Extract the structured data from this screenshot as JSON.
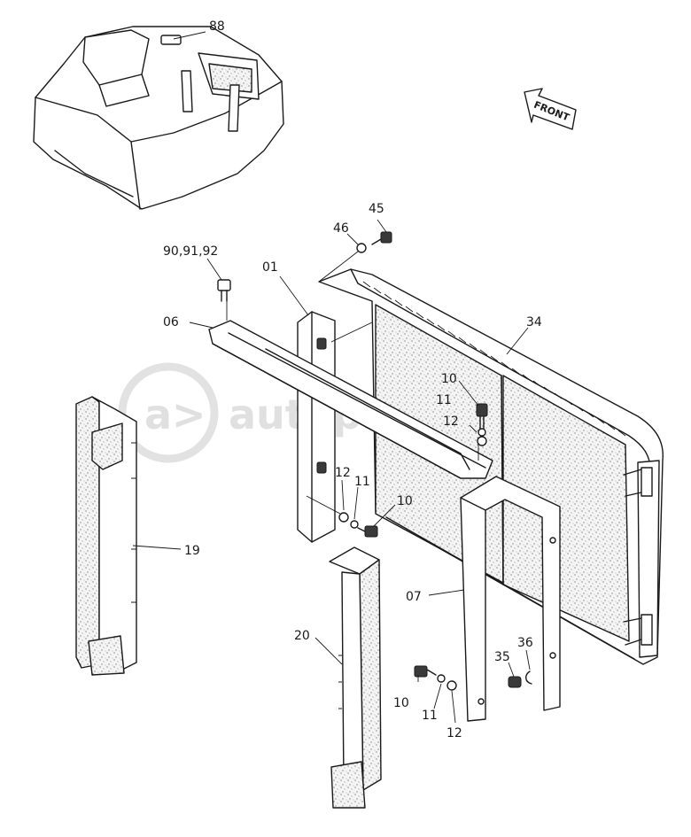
{
  "labels": {
    "p88": "88",
    "p45": "45",
    "p46": "46",
    "p90": "90,91,92",
    "p01": "01",
    "p06": "06",
    "p34": "34",
    "p10a": "10",
    "p11a": "11",
    "p12a": "12",
    "p12b": "12",
    "p11b": "11",
    "p10b": "10",
    "p19": "19",
    "p20": "20",
    "p07": "07",
    "p35": "35",
    "p36": "36",
    "p10c": "10",
    "p11c": "11",
    "p12c": "12"
  },
  "front_arrow": "FRONT",
  "watermark": "autopiter.ru"
}
